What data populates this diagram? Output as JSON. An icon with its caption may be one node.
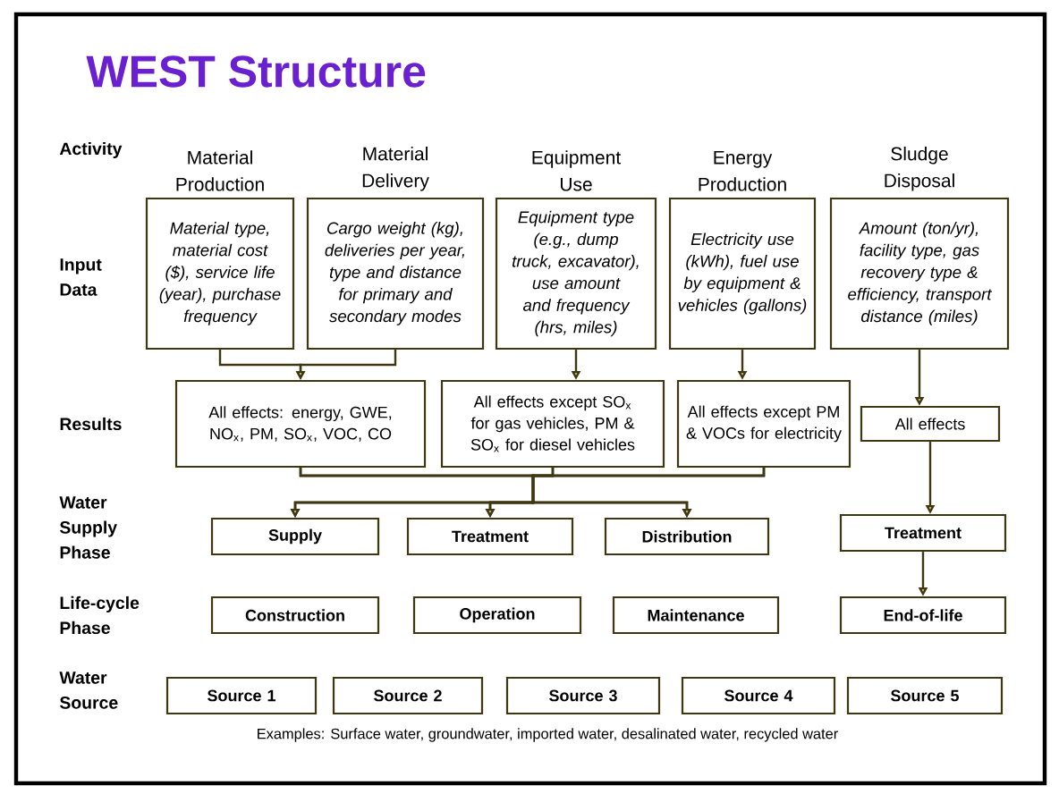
{
  "diagram": {
    "title": "WEST Structure",
    "nodes": [
      {
        "text": [
          "Material Production",
          "Material type, material cost ($), service life (year), purchase frequency"
        ]
      },
      {
        "text": [
          "Material Delivery",
          "Cargo weight (kg), deliveries per year, type and distance for primary and secondary modes"
        ]
      },
      {
        "text": [
          "Equipment Use",
          "Equipment type (e.g., dump truck, excavator), use amount and frequency (hrs, miles)"
        ]
      },
      {
        "text": [
          "Energy Production",
          "Electricity use (kWh), fuel use by equipment & vehicles (gallons)"
        ]
      },
      {
        "text": [
          "Sludge Disposal",
          "Amount (ton/yr), facility type, gas recovery type & efficiency, transport distance (miles)"
        ]
      },
      {
        "text": [
          "All effects: energy, GWE, NO$_{x}$, PM, SO$_{x}$, VOC, CO"
        ]
      },
      {
        "text": [
          "All effects except SO$_{x}$ for gas vehicles, PM & SO$_{x}$ for diesel vehicles"
        ]
      },
      {
        "text": [
          "All effects except PM & VOCs for electricity"
        ]
      },
      {
        "text": [
          "All effects"
        ]
      },
      {
        "text": [
          "Supply"
        ]
      },
      {
        "text": [
          "Treatment"
        ]
      },
      {
        "text": [
          "Distribution"
        ]
      },
      {
        "text": [
          "Treatment"
        ]
      },
      {
        "text": [
          "Construction"
        ]
      },
      {
        "text": [
          "Operation"
        ]
      },
      {
        "text": [
          "Maintenance"
        ]
      },
      {
        "text": [
          "End-of-life"
        ]
      },
      {
        "text": [
          "Source 1"
        ]
      },
      {
        "text": [
          "Source 2"
        ]
      },
      {
        "text": [
          "Source 3"
        ]
      },
      {
        "text": [
          "Source 4"
        ]
      },
      {
        "text": [
          "Source 5"
        ]
      }
    ],
    "edges": [
      {
        "from": 0,
        "to": 5,
        "arrow": "to"
      },
      {
        "from": 1,
        "to": 5,
        "arrow": "to"
      },
      {
        "from": 2,
        "to": 6,
        "arrow": "to"
      },
      {
        "from": 3,
        "to": 7,
        "arrow": "to"
      },
      {
        "from": 4,
        "to": 8,
        "arrow": "to"
      },
      {
        "from": 5,
        "to": 9,
        "arrow": "to"
      },
      {
        "from": 5,
        "to": 10,
        "arrow": "to"
      },
      {
        "from": 5,
        "to": 11,
        "arrow": "to"
      },
      {
        "from": 6,
        "to": 9,
        "arrow": "to"
      },
      {
        "from": 6,
        "to": 10,
        "arrow": "to"
      },
      {
        "from": 6,
        "to": 11,
        "arrow": "to"
      },
      {
        "from": 7,
        "to": 9,
        "arrow": "to"
      },
      {
        "from": 7,
        "to": 10,
        "arrow": "to"
      },
      {
        "from": 7,
        "to": 11,
        "arrow": "to"
      },
      {
        "from": 8,
        "to": 12,
        "arrow": "to"
      },
      {
        "from": 12,
        "to": 16,
        "arrow": "to"
      }
    ],
    "labels": [
      "Activity",
      "Input Data",
      "Results",
      "Water Supply Phase",
      "Life-cycle Phase",
      "Water Source",
      "Examples: Surface water, groundwater, imported water, desalinated water, recycled water"
    ]
  }
}
